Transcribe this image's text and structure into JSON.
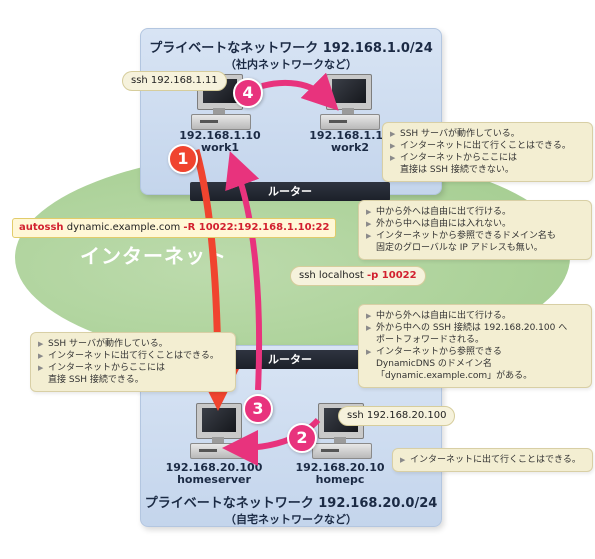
{
  "internet": {
    "label": "インターネット"
  },
  "office_network": {
    "title": "プライベートなネットワーク 192.168.1.0/24",
    "subtitle": "（社内ネットワークなど）",
    "router_label": "ルーター",
    "hosts": [
      {
        "ip": "192.168.1.10",
        "name": "work1"
      },
      {
        "ip": "192.168.1.11",
        "name": "work2"
      }
    ]
  },
  "home_network": {
    "title": "プライベートなネットワーク 192.168.20.0/24",
    "subtitle": "（自宅ネットワークなど）",
    "router_label": "ルーター",
    "hosts": [
      {
        "ip": "192.168.20.100",
        "name": "homeserver"
      },
      {
        "ip": "192.168.20.10",
        "name": "homepc"
      }
    ]
  },
  "commands": {
    "step4": "ssh 192.168.1.11",
    "step1_prefix": "autossh",
    "step1_middle": " dynamic.example.com ",
    "step1_option": "-R 10022:192.168.1.10:22",
    "step3_prefix": "ssh localhost ",
    "step3_option": "-p 10022",
    "step2": "ssh 192.168.20.100"
  },
  "steps": {
    "one": "1",
    "two": "2",
    "three": "3",
    "four": "4"
  },
  "notes": {
    "work2": [
      "SSH サーバが動作している。",
      "インターネットに出て行くことはできる。",
      "インターネットからここには",
      "直接は SSH 接続できない。"
    ],
    "office_router": [
      "中から外へは自由に出て行ける。",
      "外から中へは自由には入れない。",
      "インターネットから参照できるドメイン名も",
      "固定のグローバルな IP アドレスも無い。"
    ],
    "homeserver": [
      "SSH サーバが動作している。",
      "インターネットに出て行くことはできる。",
      "インターネットからここには",
      "直接 SSH 接続できる。"
    ],
    "home_router": [
      "中から外へは自由に出て行ける。",
      "外から中への SSH 接続は 192.168.20.100 へ",
      "ポートフォワードされる。",
      "インターネットから参照できる",
      "DynamicDNS のドメイン名",
      "「dynamic.example.com」がある。"
    ],
    "homepc": [
      "インターネットに出て行くことはできる。"
    ]
  },
  "colors": {
    "step_red": "#f0442f",
    "step_pink": "#e8337d",
    "network_box": "#cad9ee",
    "internet_green": "#a9d095",
    "router_dark": "#262a33"
  }
}
